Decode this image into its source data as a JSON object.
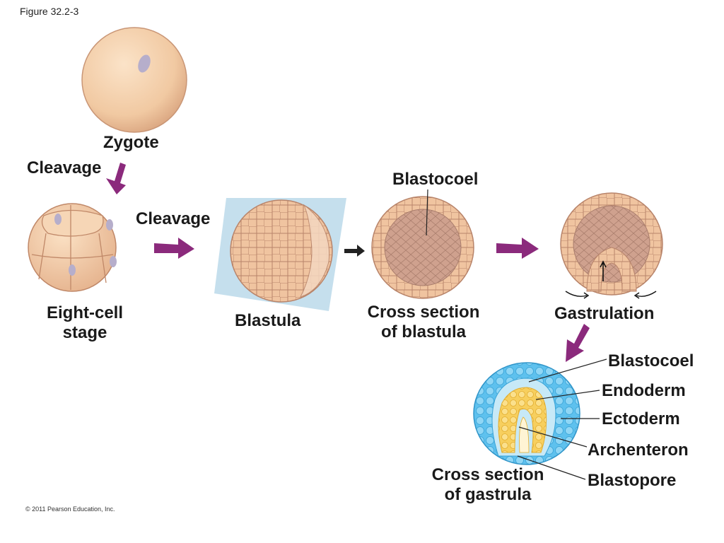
{
  "figure_label": "Figure 32.2-3",
  "copyright": "© 2011 Pearson Education, Inc.",
  "labels": {
    "zygote": "Zygote",
    "cleavage_1": "Cleavage",
    "cleavage_2": "Cleavage",
    "eight_cell_1": "Eight-cell",
    "eight_cell_2": "stage",
    "blastula": "Blastula",
    "blastocoel_top": "Blastocoel",
    "cross_blastula_1": "Cross section",
    "cross_blastula_2": "of blastula",
    "gastrulation": "Gastrulation",
    "blastocoel_gastrula": "Blastocoel",
    "endoderm": "Endoderm",
    "ectoderm": "Ectoderm",
    "archenteron": "Archenteron",
    "blastopore": "Blastopore",
    "cross_gastrula_1": "Cross section",
    "cross_gastrula_2": "of gastrula"
  },
  "colors": {
    "cell_fill": "#f0c9a4",
    "cell_edge": "#b9876a",
    "blastocoel": "#c49a86",
    "ectoderm": "#4fb8e8",
    "endoderm": "#f5c95a",
    "arrow": "#8b2a7c",
    "plane": "#bfdceb"
  }
}
